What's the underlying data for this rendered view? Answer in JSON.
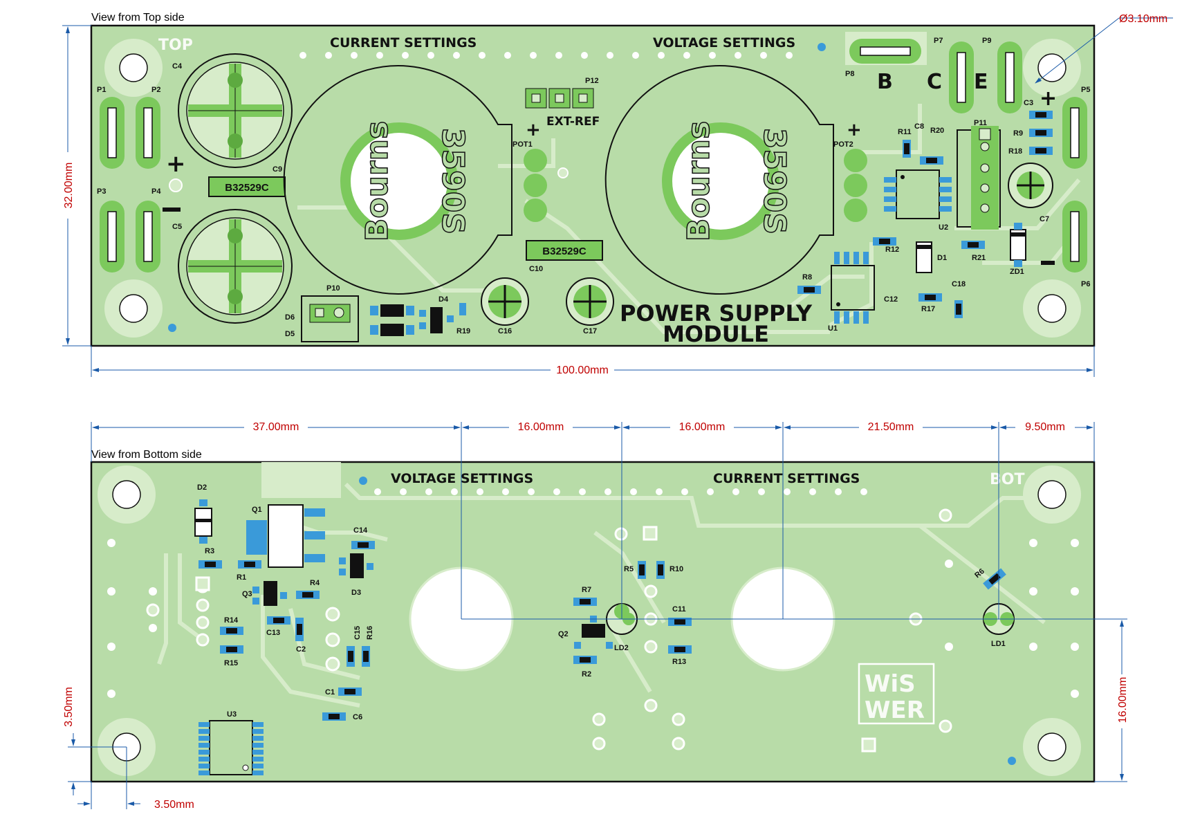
{
  "top_view": {
    "caption": "View from Top side",
    "side_mark": "TOP",
    "headings": {
      "current": "CURRENT SETTINGS",
      "voltage": "VOLTAGE SETTINGS"
    },
    "title_line1": "POWER SUPPLY",
    "title_line2": "MODULE",
    "ext_ref": "EXT-REF",
    "cap_marking": "B32529C",
    "pot_brand": "Bourns",
    "pot_model": "3590S",
    "terminal_letters": [
      "B",
      "C",
      "E"
    ],
    "polarity": {
      "plus": "+",
      "minus": "-"
    },
    "dims": {
      "width": "100.00mm",
      "height": "32.00mm",
      "hole": "Ø3.10mm"
    },
    "refs": {
      "P1": "P1",
      "P2": "P2",
      "P3": "P3",
      "P4": "P4",
      "P5": "P5",
      "P6": "P6",
      "P7": "P7",
      "P8": "P8",
      "P9": "P9",
      "P10": "P10",
      "P11": "P11",
      "P12": "P12",
      "C3": "C3",
      "C4": "C4",
      "C5": "C5",
      "C7": "C7",
      "C8": "C8",
      "C9": "C9",
      "C10": "C10",
      "C12": "C12",
      "C16": "C16",
      "C17": "C17",
      "C18": "C18",
      "R8": "R8",
      "R9": "R9",
      "R11": "R11",
      "R12": "R12",
      "R17": "R17",
      "R18": "R18",
      "R19": "R19",
      "R20": "R20",
      "R21": "R21",
      "D1": "D1",
      "D4": "D4",
      "D5": "D5",
      "D6": "D6",
      "ZD1": "ZD1",
      "U1": "U1",
      "U2": "U2",
      "POT1": "POT1",
      "POT2": "POT2"
    }
  },
  "bottom_view": {
    "caption": "View from Bottom side",
    "side_mark": "BOT",
    "headings": {
      "voltage": "VOLTAGE SETTINGS",
      "current": "CURRENT SETTINGS"
    },
    "logo_line1": "WiS",
    "logo_line2": "WER",
    "dims": {
      "d1": "37.00mm",
      "d2": "16.00mm",
      "d3": "16.00mm",
      "d4": "21.50mm",
      "d5": "9.50mm",
      "left_offset": "3.50mm",
      "bottom_offset": "3.50mm",
      "right_height": "16.00mm"
    },
    "refs": {
      "D2": "D2",
      "D3": "D3",
      "Q1": "Q1",
      "Q2": "Q2",
      "Q3": "Q3",
      "R1": "R1",
      "R2": "R2",
      "R3": "R3",
      "R4": "R4",
      "R5": "R5",
      "R6": "R6",
      "R7": "R7",
      "R10": "R10",
      "R13": "R13",
      "R14": "R14",
      "R15": "R15",
      "R16": "R16",
      "C1": "C1",
      "C2": "C2",
      "C6": "C6",
      "C11": "C11",
      "C13": "C13",
      "C14": "C14",
      "C15": "C15",
      "U3": "U3",
      "LD1": "LD1",
      "LD2": "LD2"
    }
  },
  "colors": {
    "board": "#b8dca8",
    "pad": "#7cc95c",
    "pad_dark": "#5daa40",
    "trace": "#d7ecca",
    "hole": "#ffffff",
    "smd": "#3a9ad9",
    "dim": "#c00000",
    "extline": "#1a5aa8",
    "silk": "#111111"
  }
}
